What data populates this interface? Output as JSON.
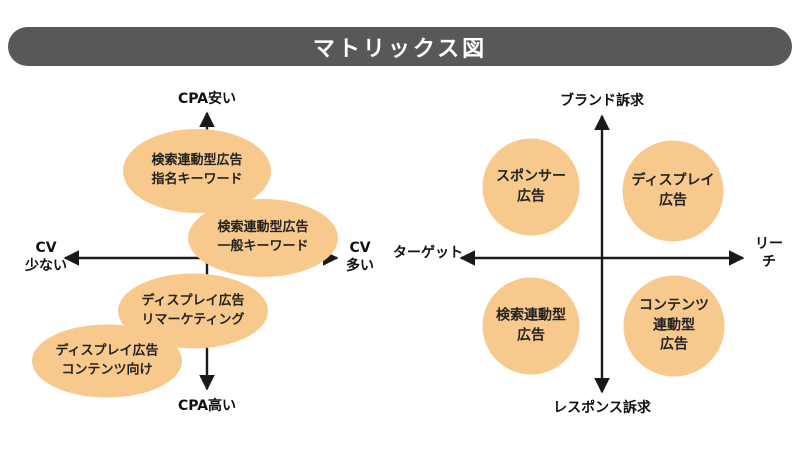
{
  "title": "マトリックス図",
  "colors": {
    "banner": "#595757",
    "bubble": "#f7c98c",
    "text": "#111111",
    "axis": "#1a1a1a"
  },
  "left_chart": {
    "axis": {
      "top": "CPA安い",
      "bottom": "CPA高い",
      "left": "CV\n少ない",
      "right": "CV\n多い"
    },
    "bubbles": [
      {
        "label": "検索連動型広告\n指名キーワード"
      },
      {
        "label": "検索連動型広告\n一般キーワード"
      },
      {
        "label": "ディスプレイ広告\nリマーケティング"
      },
      {
        "label": "ディスプレイ広告\nコンテンツ向け"
      }
    ]
  },
  "right_chart": {
    "axis": {
      "top": "ブランド訴求",
      "bottom": "レスポンス訴求",
      "left": "ターゲット",
      "right": "リーチ"
    },
    "bubbles": [
      {
        "label": "スポンサー\n広告"
      },
      {
        "label": "ディスプレイ\n広告"
      },
      {
        "label": "検索連動型\n広告"
      },
      {
        "label": "コンテンツ\n連動型\n広告"
      }
    ]
  }
}
